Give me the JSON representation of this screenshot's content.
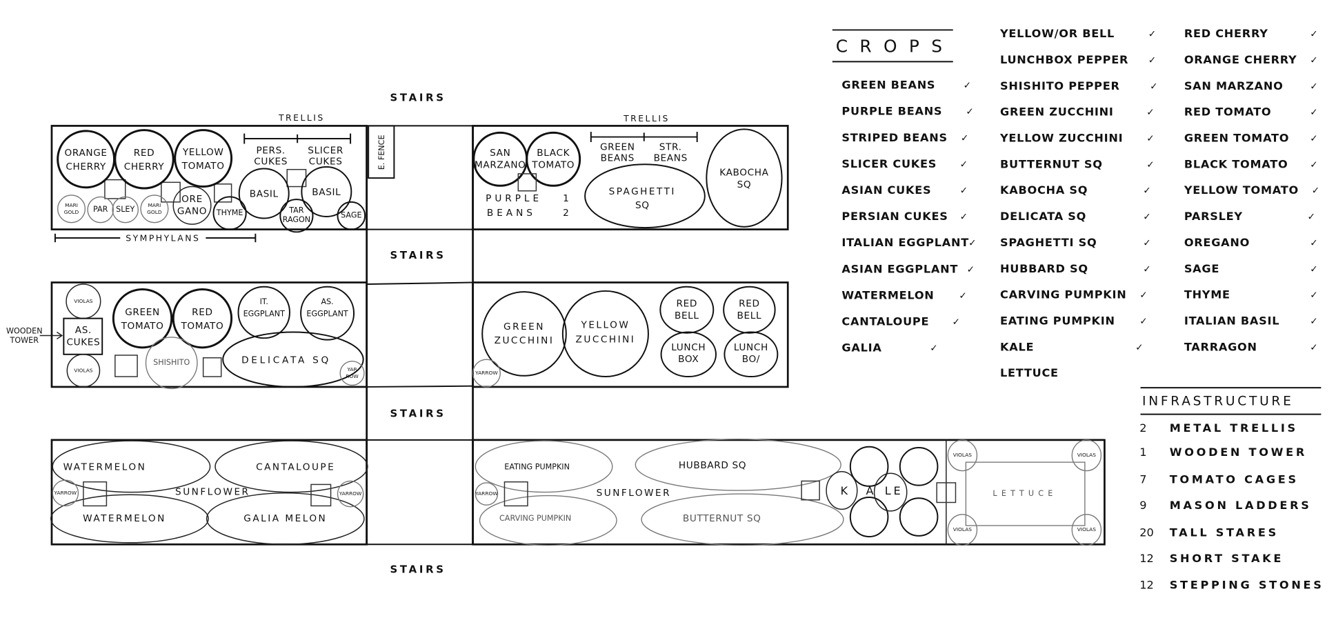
{
  "stairs": [
    "STAIRS",
    "STAIRS",
    "STAIRS",
    "STAIRS"
  ],
  "labels": {
    "trellis_1": "TRELLIS",
    "trellis_2": "TRELLIS",
    "e_fence": "E. FENCE",
    "symphylans": "SYMPHYLANS",
    "wooden_tower": [
      "WOODEN",
      "TOWER"
    ],
    "sunflower_1": "SUNFLOWER",
    "sunflower_2": "SUNFLOWER"
  },
  "bed_1": {
    "orange_cherry": [
      "ORANGE",
      "CHERRY"
    ],
    "red_cherry": [
      "RED",
      "CHERRY"
    ],
    "yellow_tomato": [
      "YELLOW",
      "TOMATO"
    ],
    "pers_cukes": [
      "PERS.",
      "CUKES"
    ],
    "slicer_cukes": [
      "SLICER",
      "CUKES"
    ],
    "marigold_1": [
      "MARI",
      "GOLD"
    ],
    "parsley": [
      "PAR",
      "SLEY"
    ],
    "marigold_2": [
      "MARI",
      "GOLD"
    ],
    "oregano": [
      "ORE",
      "GANO"
    ],
    "thyme": "THYME",
    "basil_1": "BASIL",
    "basil_2": "BASIL",
    "tarragon": [
      "TAR",
      "RAGON"
    ],
    "sage": "SAGE"
  },
  "bed_2": {
    "san_marzano": [
      "SAN",
      "MARZANO"
    ],
    "black_tomato": [
      "BLACK",
      "TOMATO"
    ],
    "green_beans": [
      "GREEN",
      "BEANS"
    ],
    "str_beans": [
      "STR.",
      "BEANS"
    ],
    "purple_beans": [
      "PURPLE",
      "BEANS"
    ],
    "purple_beans_counts": [
      "1",
      "2"
    ],
    "spaghetti_sq": [
      "SPAGHETTI",
      "SQ"
    ],
    "kabocha_sq": [
      "KABOCHA",
      "SQ"
    ]
  },
  "bed_3": {
    "violas_1": "VIOLAS",
    "as_cukes": [
      "AS.",
      "CUKES"
    ],
    "violas_2": "VIOLAS",
    "green_tomato": [
      "GREEN",
      "TOMATO"
    ],
    "red_tomato": [
      "RED",
      "TOMATO"
    ],
    "it_eggplant": [
      "IT.",
      "EGGPLANT"
    ],
    "as_eggplant": [
      "AS.",
      "EGGPLANT"
    ],
    "shishito": "SHISHITO",
    "delicata_sq": "DELICATA SQ",
    "yarrow": [
      "YAR",
      "ROW"
    ]
  },
  "bed_4": {
    "green_zucchini": [
      "GREEN",
      "ZUCCHINI"
    ],
    "yellow_zucchini": [
      "YELLOW",
      "ZUCCHINI"
    ],
    "red_bell_1": [
      "RED",
      "BELL"
    ],
    "red_bell_2": [
      "RED",
      "BELL"
    ],
    "lunch_box_1": [
      "LUNCH",
      "BOX"
    ],
    "lunch_box_2": [
      "LUNCH",
      "BO/"
    ],
    "yarrow": "YARROW"
  },
  "bed_5": {
    "watermelon_1": "WATERMELON",
    "cantaloupe": "CANTALOUPE",
    "watermelon_2": "WATERMELON",
    "galia_melon": "GALIA MELON",
    "yarrow_1": "YARROW",
    "yarrow_2": "YARROW"
  },
  "bed_6": {
    "eating_pumpkin": "EATING PUMPKIN",
    "hubbard_sq": "HUBBARD SQ",
    "carving_pumpkin": "CARVING PUMPKIN",
    "butternut_sq": "BUTTERNUT SQ",
    "yarrow": "YARROW",
    "kale": [
      "K",
      "A",
      "LE"
    ],
    "lettuce": "LETTUCE",
    "violas": [
      "VIOLAS",
      "VIOLAS",
      "VIOLAS",
      "VIOLAS"
    ]
  },
  "crops": {
    "title": "CROPS",
    "check": "✓",
    "col_1": [
      "GREEN BEANS",
      "PURPLE BEANS",
      "STRIPED BEANS",
      "SLICER CUKES",
      "ASIAN CUKES",
      "PERSIAN CUKES",
      "ITALIAN EGGPLANT",
      "ASIAN EGGPLANT",
      "WATERMELON",
      "CANTALOUPE",
      "GALIA"
    ],
    "col_2": [
      "YELLOW/OR BELL",
      "LUNCHBOX PEPPER",
      "SHISHITO PEPPER",
      "GREEN ZUCCHINI",
      "YELLOW ZUCCHINI",
      "BUTTERNUT SQ",
      "KABOCHA SQ",
      "DELICATA SQ",
      "SPAGHETTI SQ",
      "HUBBARD SQ",
      "CARVING PUMPKIN",
      "EATING PUMPKIN",
      "KALE",
      "LETTUCE"
    ],
    "col_3": [
      "RED CHERRY",
      "ORANGE CHERRY",
      "SAN MARZANO",
      "RED TOMATO",
      "GREEN TOMATO",
      "BLACK TOMATO",
      "YELLOW TOMATO",
      "PARSLEY",
      "OREGANO",
      "SAGE",
      "THYME",
      "ITALIAN BASIL",
      "TARRAGON"
    ]
  },
  "infrastructure": {
    "title": "INFRASTRUCTURE",
    "items": [
      {
        "qty": "2",
        "name": "METAL TRELLIS"
      },
      {
        "qty": "1",
        "name": "WOODEN TOWER"
      },
      {
        "qty": "7",
        "name": "TOMATO CAGES"
      },
      {
        "qty": "9",
        "name": "MASON LADDERS"
      },
      {
        "qty": "20",
        "name": "TALL STARES"
      },
      {
        "qty": "12",
        "name": "SHORT STAKE"
      },
      {
        "qty": "12",
        "name": "STEPPING STONES"
      }
    ]
  }
}
